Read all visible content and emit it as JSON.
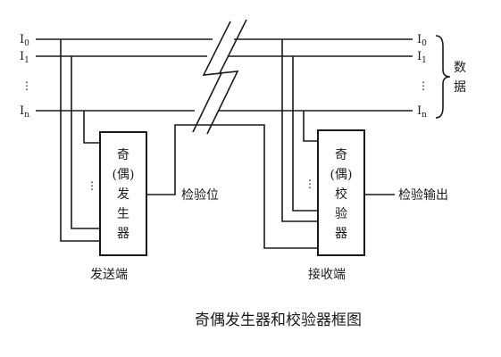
{
  "inputs_left": [
    {
      "base": "I",
      "sub": "0"
    },
    {
      "base": "I",
      "sub": "1"
    },
    {
      "base": "I",
      "sub": "n"
    }
  ],
  "inputs_right": [
    {
      "base": "I",
      "sub": "0"
    },
    {
      "base": "I",
      "sub": "1"
    },
    {
      "base": "I",
      "sub": "n"
    }
  ],
  "data_label": [
    "数",
    "据"
  ],
  "generator": {
    "lines": [
      "奇",
      "(偶)",
      "发",
      "生",
      "器"
    ],
    "caption": "发送端",
    "output_label": "检验位"
  },
  "checker": {
    "lines": [
      "奇",
      "(偶)",
      "校",
      "验",
      "器"
    ],
    "caption": "接收端",
    "output_label": "检验输出"
  },
  "ellipsis": "⋮",
  "title": "奇偶发生器和校验器框图"
}
